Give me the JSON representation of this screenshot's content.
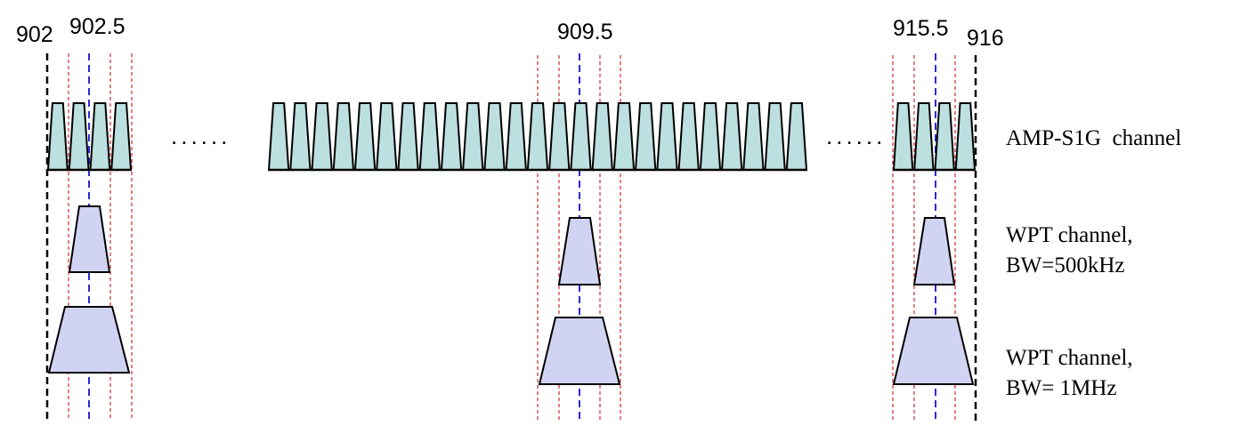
{
  "frequency_labels": {
    "f902": "902",
    "f902_5": "902.5",
    "f909_5": "909.5",
    "f915_5": "915.5",
    "f916": "916"
  },
  "ellipsis": "......",
  "legend": {
    "amp": "AMP-S1G  channel",
    "wpt500_line1": "WPT channel,",
    "wpt500_line2": "BW=500kHz",
    "wpt1m_line1": "WPT channel,",
    "wpt1m_line2": "BW= 1MHz"
  },
  "colors": {
    "amp_fill": "#bcdfe0",
    "wpt_fill": "#d1d3f3",
    "center_line": "#2b2bd6",
    "edge_line": "#c00000",
    "band_edge": "#000000"
  }
}
